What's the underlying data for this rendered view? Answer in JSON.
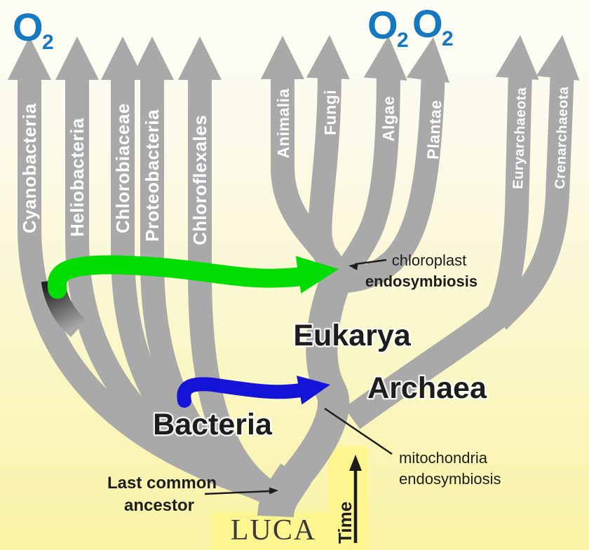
{
  "colors": {
    "branch_gray": "#a9a9a9",
    "arrow_label_white": "#ffffff",
    "o2_blue": "#1478c2",
    "gene_transfer_green": "#00dd00",
    "gene_transfer_blue": "#1414d8",
    "annotation_dark": "#1d1d1d",
    "luca_text": "#3a3a3a",
    "background_top": "#fdfdf7",
    "background_bottom": "#f9f3a5",
    "highlight_box_yellow": "#fdf58f"
  },
  "o2": {
    "symbol": "O",
    "subscript": "2"
  },
  "lineages": {
    "bacteria": [
      {
        "label": "Cyanobacteria"
      },
      {
        "label": "Heliobacteria"
      },
      {
        "label": "Chlorobiaceae"
      },
      {
        "label": "Proteobacteria"
      },
      {
        "label": "Chloroflexales"
      }
    ],
    "eukarya": [
      {
        "label": "Animalia"
      },
      {
        "label": "Fungi"
      },
      {
        "label": "Algae"
      },
      {
        "label": "Plantae"
      }
    ],
    "archaea": [
      {
        "label": "Euryarchaeota"
      },
      {
        "label": "Crenarchaeota"
      }
    ]
  },
  "domains": {
    "bacteria": "Bacteria",
    "eukarya": "Eukarya",
    "archaea": "Archaea"
  },
  "annotations": {
    "chloroplast_line1": "chloroplast",
    "chloroplast_line2": "endosymbiosis",
    "mitochondria_line1": "mitochondria",
    "mitochondria_line2": "endosymbiosis",
    "ancestor_line1": "Last common",
    "ancestor_line2": "ancestor",
    "root": "LUCA",
    "time_axis": "Time"
  }
}
